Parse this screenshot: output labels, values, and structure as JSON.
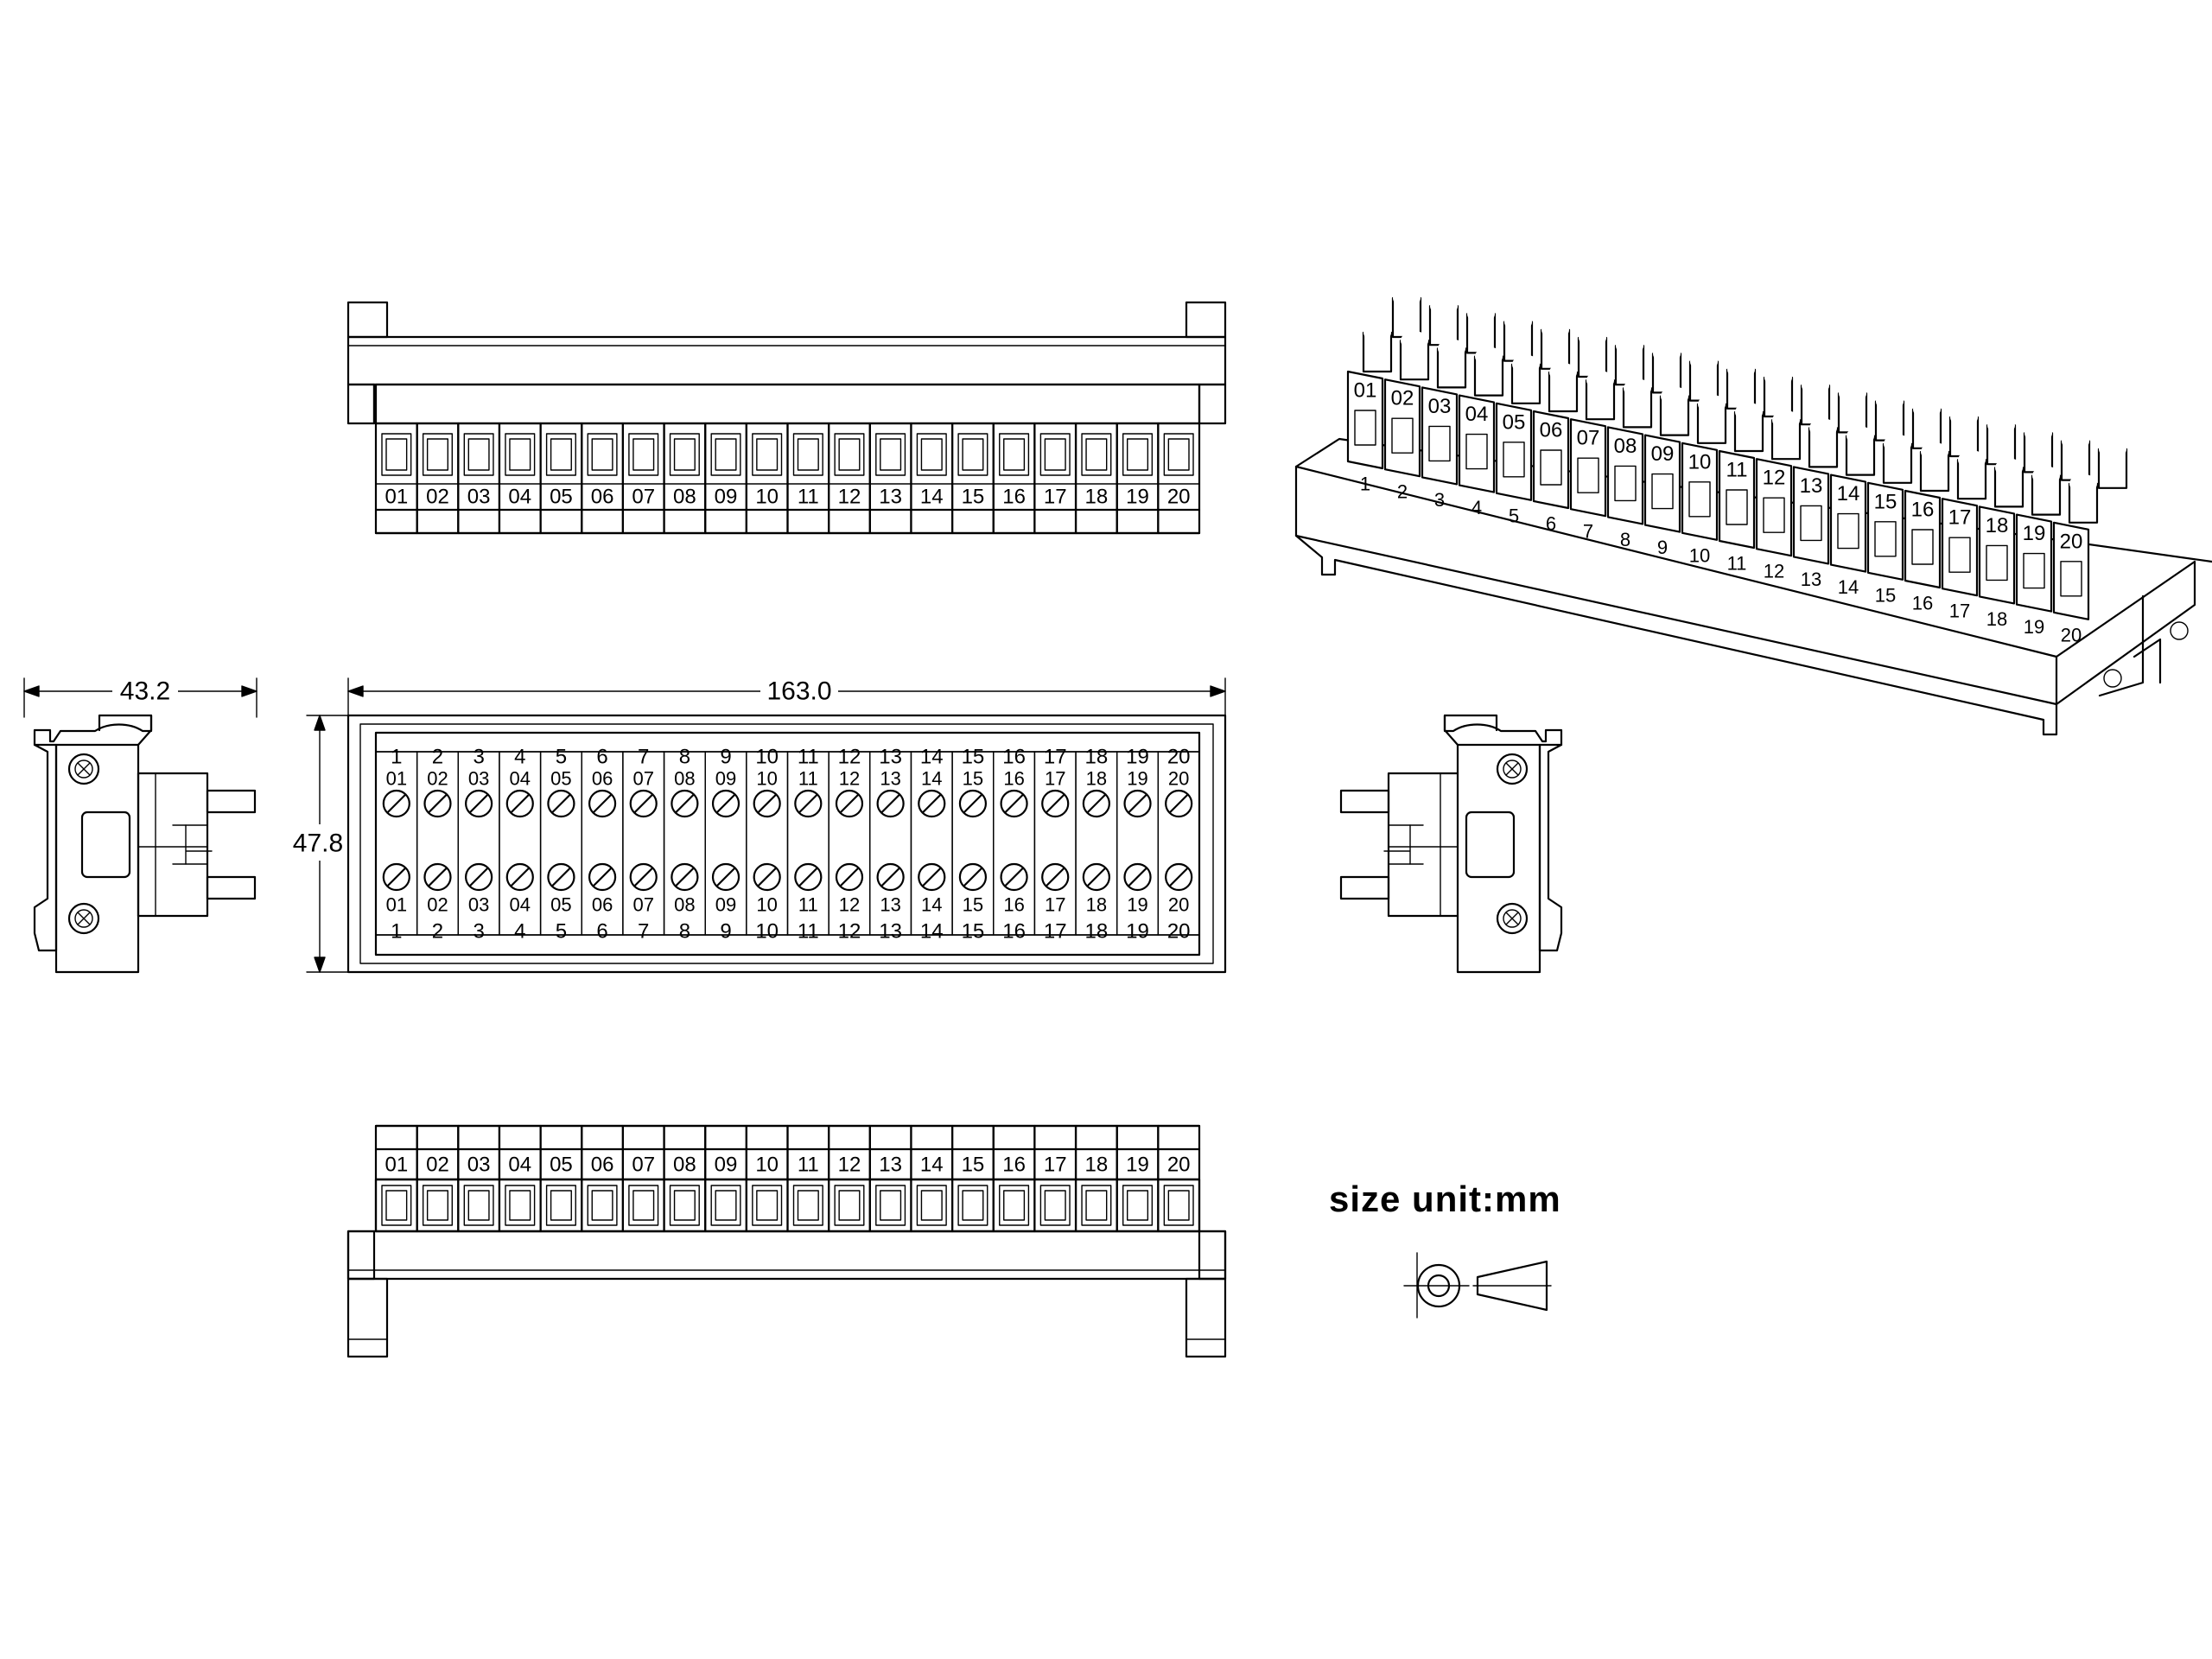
{
  "drawing": {
    "terminal_count": 20,
    "top_view_labels": [
      "01",
      "02",
      "03",
      "04",
      "05",
      "06",
      "07",
      "08",
      "09",
      "10",
      "11",
      "12",
      "13",
      "14",
      "15",
      "16",
      "17",
      "18",
      "19",
      "20"
    ],
    "plan_view_numbers": [
      "1",
      "2",
      "3",
      "4",
      "5",
      "6",
      "7",
      "8",
      "9",
      "10",
      "11",
      "12",
      "13",
      "14",
      "15",
      "16",
      "17",
      "18",
      "19",
      "20"
    ],
    "plan_view_small_labels": [
      "01",
      "02",
      "03",
      "04",
      "05",
      "06",
      "07",
      "08",
      "09",
      "10",
      "11",
      "12",
      "13",
      "14",
      "15",
      "16",
      "17",
      "18",
      "19",
      "20"
    ],
    "iso_view_labels": [
      "01",
      "02",
      "03",
      "04",
      "05",
      "06",
      "07",
      "08",
      "09",
      "10",
      "11",
      "12",
      "13",
      "14",
      "15",
      "16",
      "17",
      "18",
      "19",
      "20"
    ],
    "iso_view_rail_numbers": [
      "1",
      "2",
      "3",
      "4",
      "5",
      "6",
      "7",
      "8",
      "9",
      "10",
      "11",
      "12",
      "13",
      "14",
      "15",
      "16",
      "17",
      "18",
      "19",
      "20"
    ],
    "bottom_view_labels": [
      "01",
      "02",
      "03",
      "04",
      "05",
      "06",
      "07",
      "08",
      "09",
      "10",
      "11",
      "12",
      "13",
      "14",
      "15",
      "16",
      "17",
      "18",
      "19",
      "20"
    ]
  },
  "dimensions": {
    "length": "163.0",
    "height": "47.8",
    "depth": "43.2"
  },
  "size_unit_label": "size unit:mm"
}
